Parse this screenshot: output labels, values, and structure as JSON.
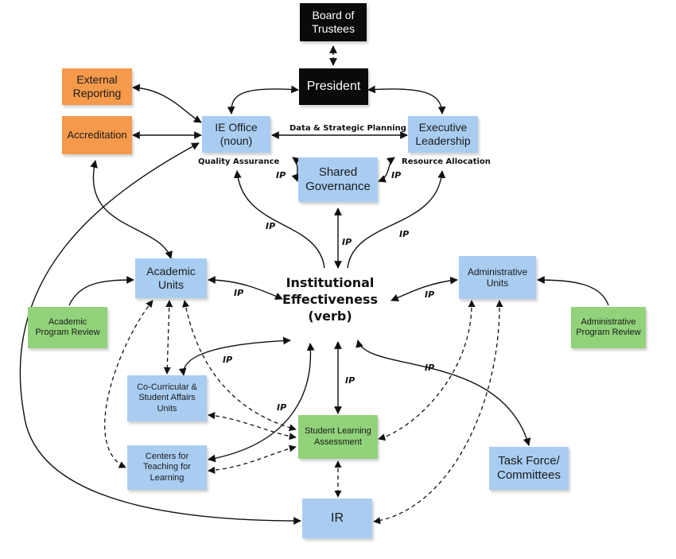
{
  "nodes": {
    "board": "Board of\nTrustees",
    "president": "President",
    "external_reporting": "External\nReporting",
    "accreditation": "Accreditation",
    "ie_office": "IE Office\n(noun)",
    "executive_leadership": "Executive\nLeadership",
    "shared_governance": "Shared\nGovernance",
    "academic_units": "Academic\nUnits",
    "administrative_units": "Administrative\nUnits",
    "academic_program_review": "Academic\nProgram Review",
    "administrative_program_review": "Administrative\nProgram Review",
    "co_curricular": "Co-Curricular &\nStudent Affairs\nUnits",
    "centers_teaching": "Centers for\nTeaching for\nLearning",
    "student_learning": "Student Learning\nAssessment",
    "task_force": "Task Force/\nCommittees",
    "ir": "IR",
    "institutional_effectiveness": "Institutional\nEffectiveness\n(verb)"
  },
  "labels": {
    "data_strategic": "Data & Strategic Planning",
    "quality_assurance": "Quality Assurance",
    "resource_allocation": "Resource Allocation",
    "ip": "IP"
  },
  "colors": {
    "blue": "#a9cdf1",
    "green": "#91d27a",
    "orange": "#f59a4b",
    "black": "#0a0a0a",
    "line": "#111111"
  }
}
